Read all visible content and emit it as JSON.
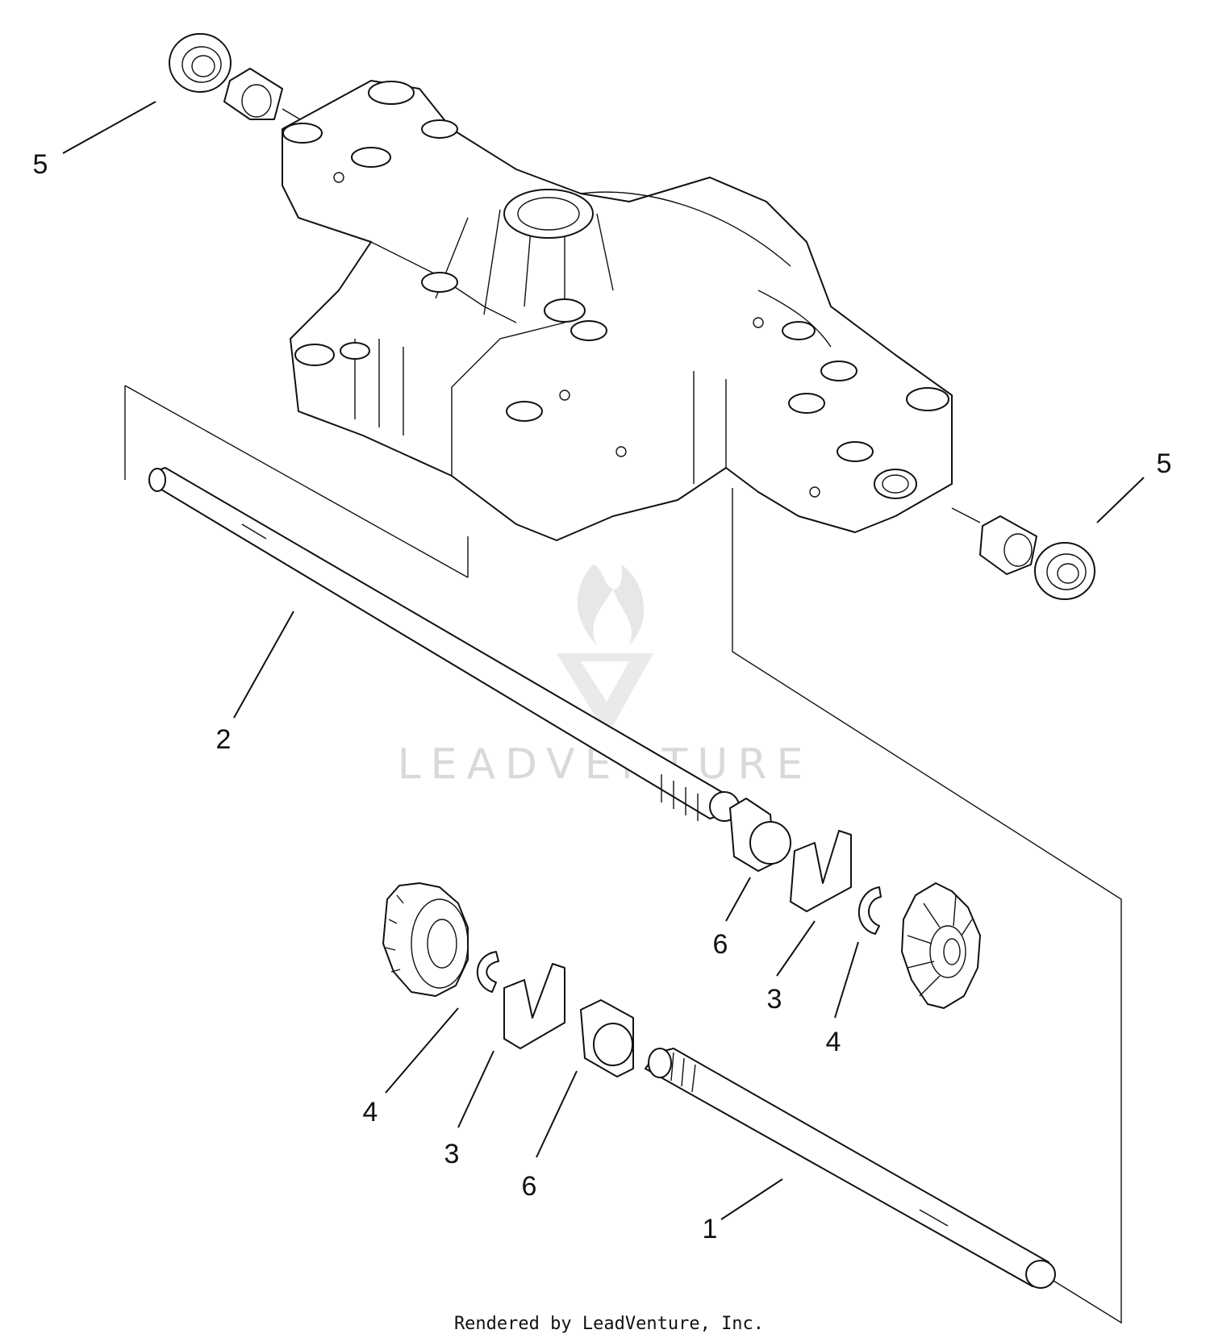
{
  "diagram": {
    "callouts": [
      {
        "id": "5a",
        "label": "5"
      },
      {
        "id": "5b",
        "label": "5"
      },
      {
        "id": "2",
        "label": "2"
      },
      {
        "id": "6a",
        "label": "6"
      },
      {
        "id": "3a",
        "label": "3"
      },
      {
        "id": "4a",
        "label": "4"
      },
      {
        "id": "4b",
        "label": "4"
      },
      {
        "id": "3b",
        "label": "3"
      },
      {
        "id": "6b",
        "label": "6"
      },
      {
        "id": "1",
        "label": "1"
      }
    ],
    "watermark": {
      "text": "LEADVENTURE",
      "color": "#d9d9d9"
    },
    "footer": "Rendered by LeadVenture, Inc.",
    "icons": {
      "watermark_logo": "flame-v-logo-icon"
    }
  }
}
